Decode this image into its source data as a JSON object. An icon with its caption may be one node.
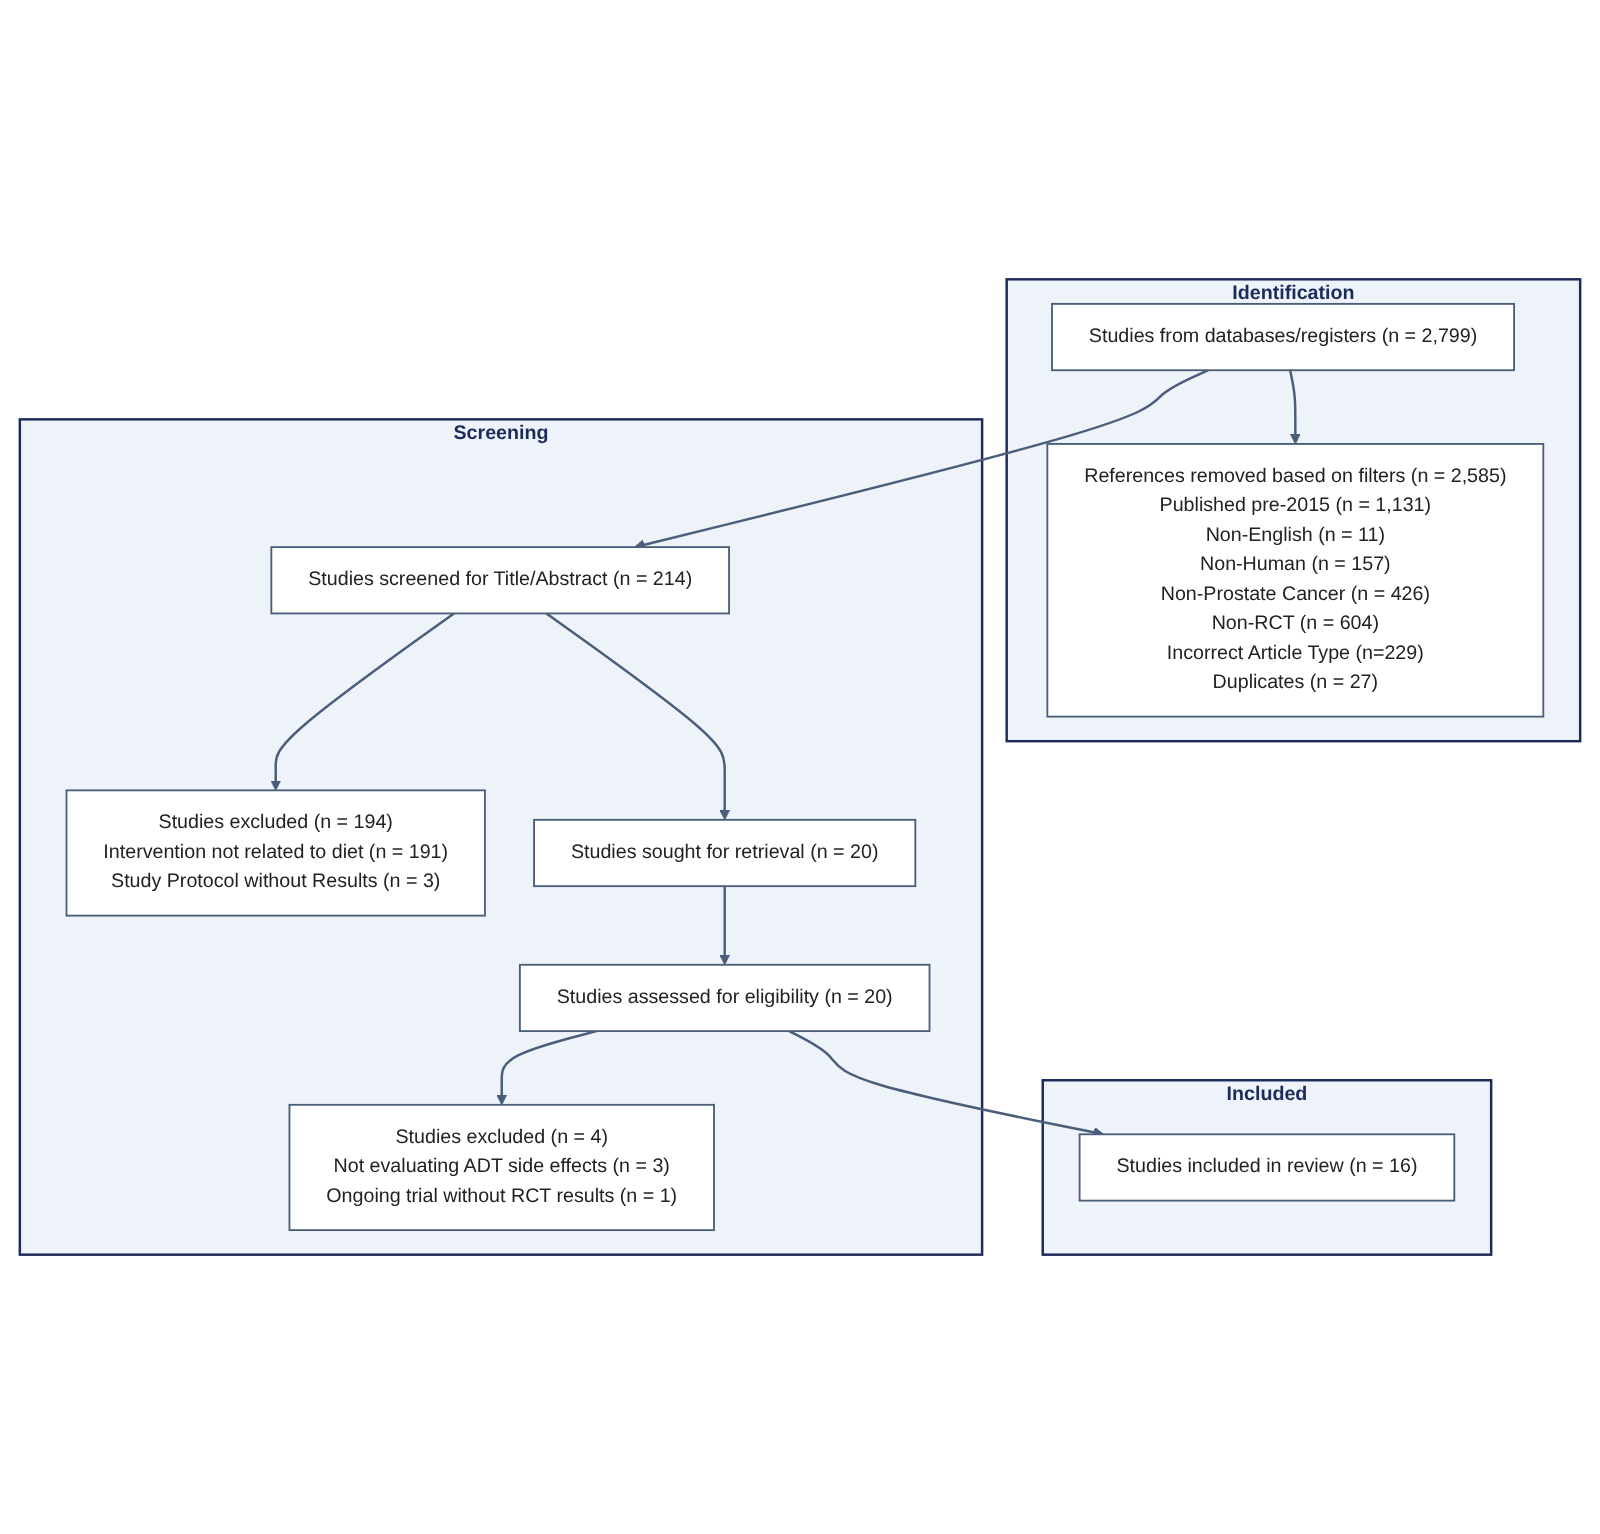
{
  "diagram": {
    "nodes": [
      {
        "text": [
          "Identification"
        ]
      },
      {
        "text": [
          "Studies from databases/registers (n = 2,799)"
        ],
        "in": 0
      },
      {
        "text": [
          "References removed based on filters (n = 2,585)",
          "Published pre-2015 (n = 1,131)",
          "Non-English (n = 11)",
          "Non-Human (n = 157)",
          "Non-Prostate Cancer (n = 426)",
          "Non-RCT (n = 604)",
          "Incorrect Article Type (n=229)",
          "Duplicates (n = 27)"
        ],
        "in": 0
      },
      {
        "text": [
          "Screening"
        ]
      },
      {
        "text": [
          "Studies screened for Title/Abstract (n = 214)"
        ],
        "in": 3
      },
      {
        "text": [
          "Studies excluded (n = 194)",
          "Intervention not related to diet (n = 191)",
          "Study Protocol without Results (n = 3)"
        ],
        "in": 3
      },
      {
        "text": [
          "Studies sought for retrieval (n = 20)"
        ],
        "in": 3
      },
      {
        "text": [
          "Studies assessed for eligibility (n = 20)"
        ],
        "in": 3
      },
      {
        "text": [
          "Studies excluded (n = 4)",
          "Not evaluating ADT side effects (n = 3)",
          "Ongoing trial without RCT results (n = 1)"
        ],
        "in": 3
      },
      {
        "text": [
          "Included"
        ]
      },
      {
        "text": [
          "Studies included in review (n = 16)"
        ],
        "in": 9
      }
    ],
    "edges": [
      {
        "from": 1,
        "to": 2,
        "arrow": "to"
      },
      {
        "from": 1,
        "to": 4,
        "arrow": "to"
      },
      {
        "from": 4,
        "to": 5,
        "arrow": "to"
      },
      {
        "from": 4,
        "to": 6,
        "arrow": "to"
      },
      {
        "from": 6,
        "to": 7,
        "arrow": "to"
      },
      {
        "from": 7,
        "to": 8,
        "arrow": "to"
      },
      {
        "from": 7,
        "to": 10,
        "arrow": "to"
      }
    ]
  }
}
